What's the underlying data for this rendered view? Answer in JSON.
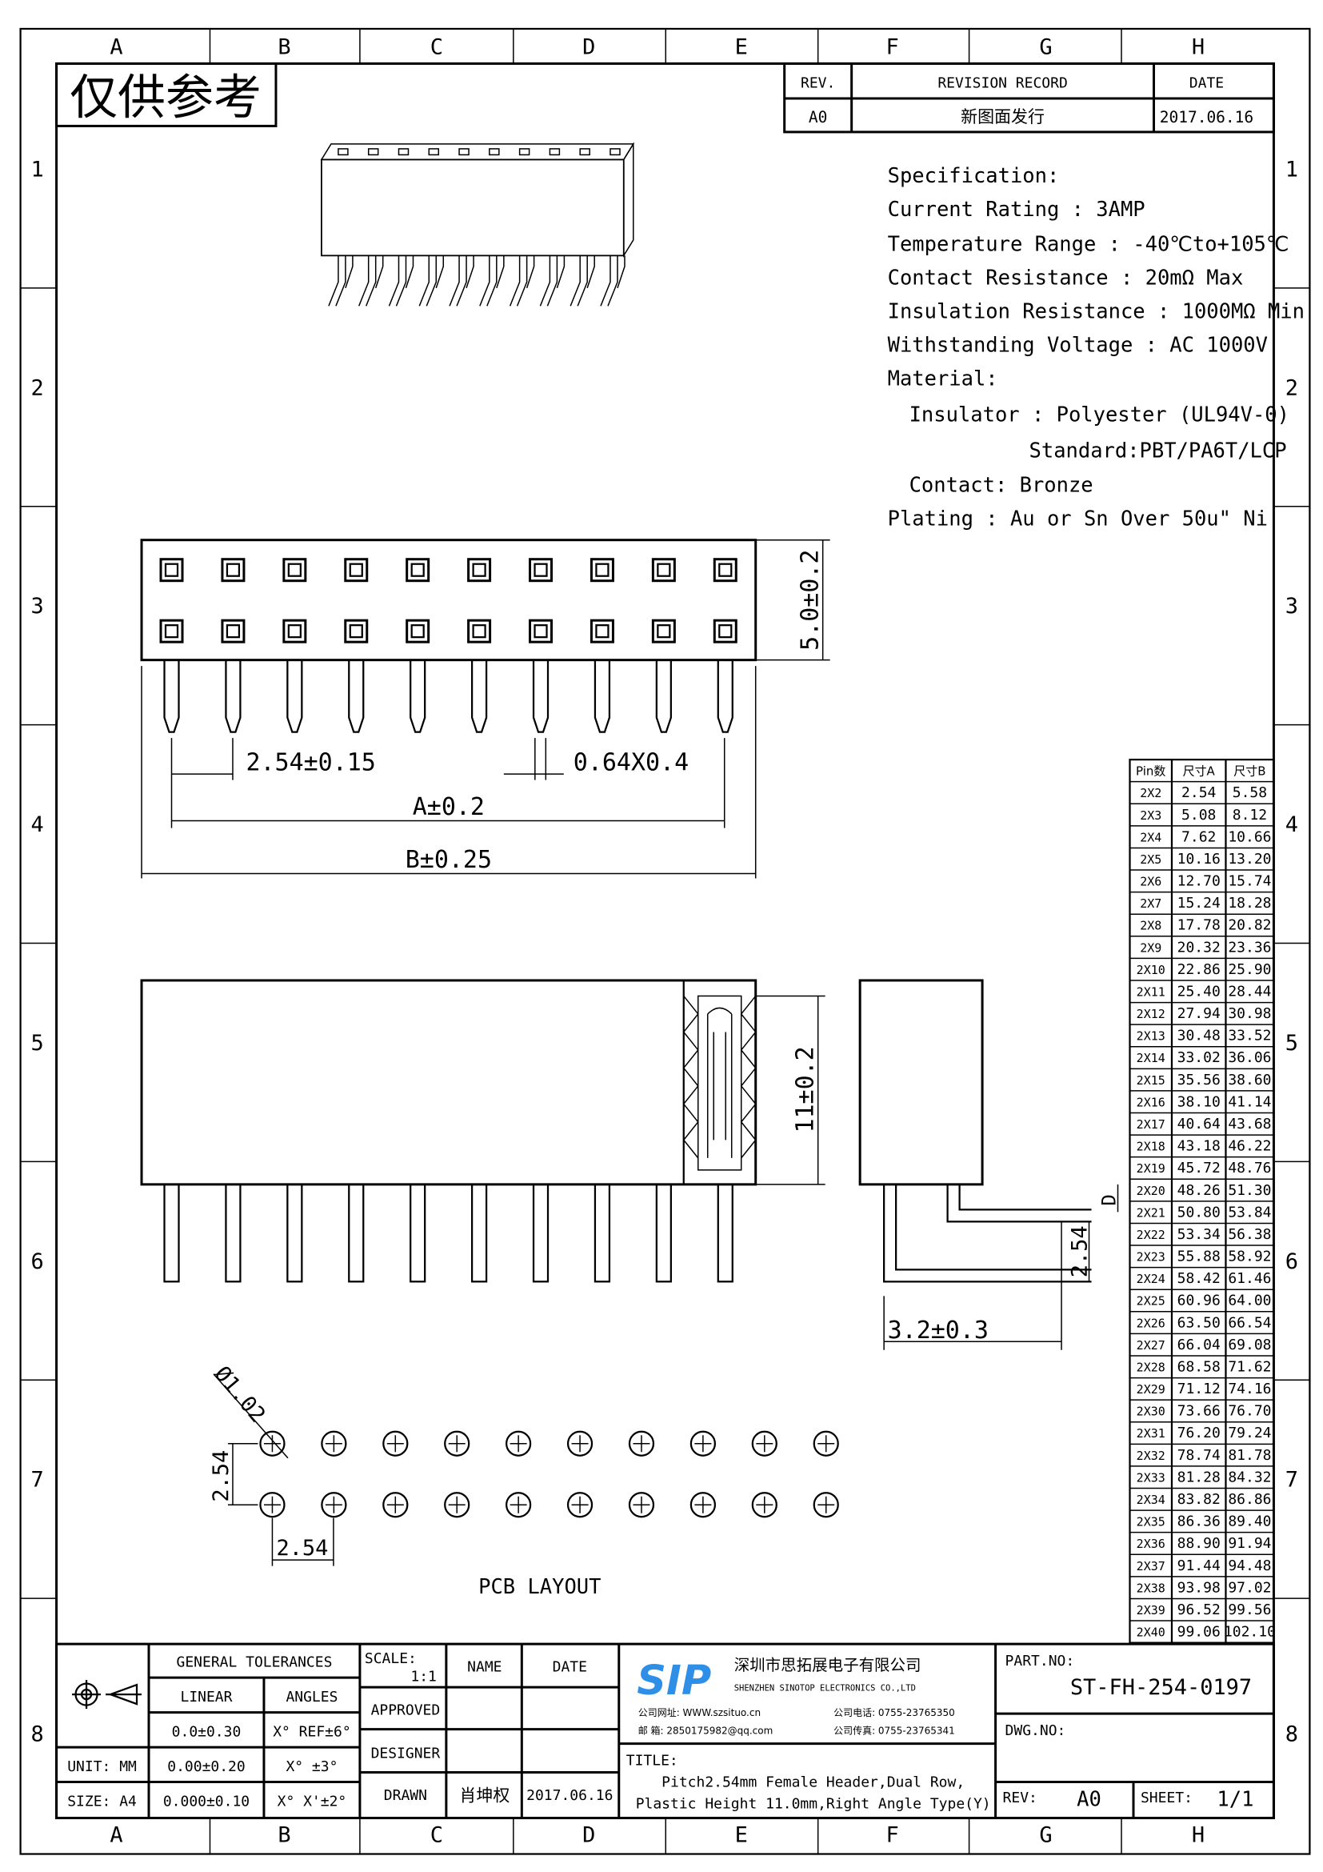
{
  "frame": {
    "columns": [
      "A",
      "B",
      "C",
      "D",
      "E",
      "F",
      "G",
      "H"
    ],
    "rows": [
      "1",
      "2",
      "3",
      "4",
      "5",
      "6",
      "7",
      "8"
    ]
  },
  "watermark": "仅供参考",
  "revision": {
    "headers": [
      "REV.",
      "REVISION RECORD",
      "DATE"
    ],
    "row": [
      "A0",
      "新图面发行",
      "2017.06.16"
    ]
  },
  "spec": {
    "lines": [
      "Specification:",
      "Current Rating : 3AMP",
      "Temperature Range : -40℃to+105℃",
      "Contact Resistance : 20mΩ Max",
      "Insulation Resistance : 1000MΩ Min",
      "Withstanding Voltage : AC 1000V",
      "Material:",
      "Insulator : Polyester (UL94V-0)",
      "Standard:PBT/PA6T/LCP",
      "Contact: Bronze",
      "Plating : Au or Sn Over 50u\" Ni"
    ]
  },
  "dims": {
    "height": "5.0±0.2",
    "pitch": "2.54±0.15",
    "pin": "0.64X0.4",
    "a": "A±0.2",
    "b": "B±0.25",
    "plastic_height": "11±0.2",
    "d": "D",
    "side_pitch": "2.54",
    "offset": "3.2±0.3",
    "hole": "Ø1.02",
    "pcb_v": "2.54",
    "pcb_h": "2.54",
    "pcb_label": "PCB LAYOUT"
  },
  "table": {
    "headers": [
      "Pin数",
      "尺寸A",
      "尺寸B"
    ],
    "rows": [
      [
        "2X2",
        "2.54",
        "5.58"
      ],
      [
        "2X3",
        "5.08",
        "8.12"
      ],
      [
        "2X4",
        "7.62",
        "10.66"
      ],
      [
        "2X5",
        "10.16",
        "13.20"
      ],
      [
        "2X6",
        "12.70",
        "15.74"
      ],
      [
        "2X7",
        "15.24",
        "18.28"
      ],
      [
        "2X8",
        "17.78",
        "20.82"
      ],
      [
        "2X9",
        "20.32",
        "23.36"
      ],
      [
        "2X10",
        "22.86",
        "25.90"
      ],
      [
        "2X11",
        "25.40",
        "28.44"
      ],
      [
        "2X12",
        "27.94",
        "30.98"
      ],
      [
        "2X13",
        "30.48",
        "33.52"
      ],
      [
        "2X14",
        "33.02",
        "36.06"
      ],
      [
        "2X15",
        "35.56",
        "38.60"
      ],
      [
        "2X16",
        "38.10",
        "41.14"
      ],
      [
        "2X17",
        "40.64",
        "43.68"
      ],
      [
        "2X18",
        "43.18",
        "46.22"
      ],
      [
        "2X19",
        "45.72",
        "48.76"
      ],
      [
        "2X20",
        "48.26",
        "51.30"
      ],
      [
        "2X21",
        "50.80",
        "53.84"
      ],
      [
        "2X22",
        "53.34",
        "56.38"
      ],
      [
        "2X23",
        "55.88",
        "58.92"
      ],
      [
        "2X24",
        "58.42",
        "61.46"
      ],
      [
        "2X25",
        "60.96",
        "64.00"
      ],
      [
        "2X26",
        "63.50",
        "66.54"
      ],
      [
        "2X27",
        "66.04",
        "69.08"
      ],
      [
        "2X28",
        "68.58",
        "71.62"
      ],
      [
        "2X29",
        "71.12",
        "74.16"
      ],
      [
        "2X30",
        "73.66",
        "76.70"
      ],
      [
        "2X31",
        "76.20",
        "79.24"
      ],
      [
        "2X32",
        "78.74",
        "81.78"
      ],
      [
        "2X33",
        "81.28",
        "84.32"
      ],
      [
        "2X34",
        "83.82",
        "86.86"
      ],
      [
        "2X35",
        "86.36",
        "89.40"
      ],
      [
        "2X36",
        "88.90",
        "91.94"
      ],
      [
        "2X37",
        "91.44",
        "94.48"
      ],
      [
        "2X38",
        "93.98",
        "97.02"
      ],
      [
        "2X39",
        "96.52",
        "99.56"
      ],
      [
        "2X40",
        "99.06",
        "102.10"
      ]
    ]
  },
  "title_block": {
    "general_tolerances": "GENERAL TOLERANCES",
    "linear": "LINEAR",
    "angles": "ANGLES",
    "tol_rows": [
      [
        "0.0±0.30",
        "X° REF±6°"
      ],
      [
        "0.00±0.20",
        "X° ±3°"
      ],
      [
        "0.000±0.10",
        "X° X'±2°"
      ]
    ],
    "unit": "UNIT: MM",
    "size": "SIZE: A4",
    "scale_label": "SCALE:",
    "scale": "1:1",
    "name": "NAME",
    "date": "DATE",
    "approved": "APPROVED",
    "designer": "DESIGNER",
    "drawn": "DRAWN",
    "drawn_name": "肖坤权",
    "drawn_date": "2017.06.16",
    "logo": "SIP",
    "company_cn": "深圳市思拓展电子有限公司",
    "company_en": "SHENZHEN SINOTOP ELECTRONICS CO.,LTD",
    "web": "公司网址: WWW.szsituo.cn",
    "email": "邮    箱: 2850175982@qq.com",
    "tel": "公司电话: 0755-23765350",
    "fax": "公司传真: 0755-23765341",
    "title_label": "TITLE:",
    "title_line1": "Pitch2.54mm Female Header,Dual Row,",
    "title_line2": "Plastic Height 11.0mm,Right Angle Type(Y)",
    "part_no_label": "PART.NO:",
    "part_no": "ST-FH-254-0197",
    "dwg_no_label": "DWG.NO:",
    "rev_label": "REV:",
    "rev": "A0",
    "sheet_label": "SHEET:",
    "sheet": "1/1"
  },
  "colors": {
    "logo": "#2f8fe6"
  }
}
